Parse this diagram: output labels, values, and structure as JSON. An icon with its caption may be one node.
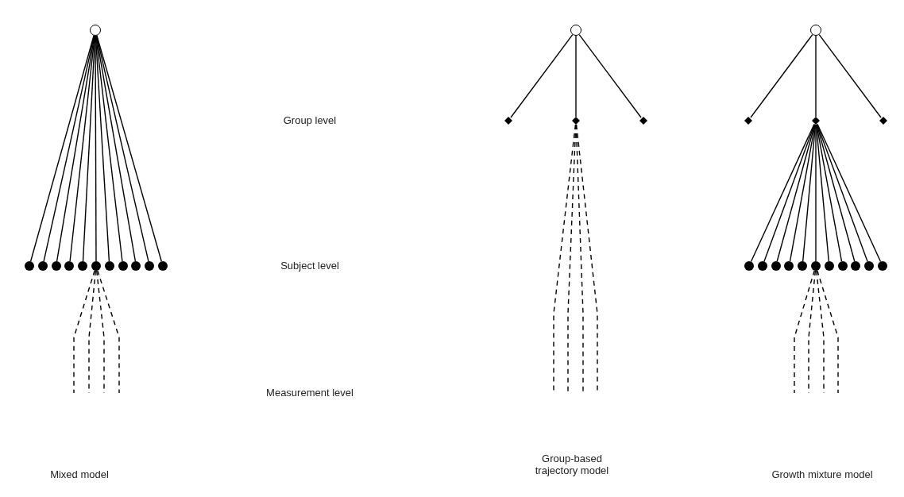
{
  "diagram": {
    "nodes": [
      {
        "text": [],
        "shape": "circle"
      },
      {
        "text": [],
        "shape": "dot"
      },
      {
        "text": [],
        "shape": "dot"
      },
      {
        "text": [],
        "shape": "dot"
      },
      {
        "text": [],
        "shape": "dot"
      },
      {
        "text": [],
        "shape": "dot"
      },
      {
        "text": [],
        "shape": "dot"
      },
      {
        "text": [],
        "shape": "dot"
      },
      {
        "text": [],
        "shape": "dot"
      },
      {
        "text": [],
        "shape": "dot"
      },
      {
        "text": [],
        "shape": "dot"
      },
      {
        "text": [],
        "shape": "dot"
      },
      {
        "text": [],
        "shape": "circle"
      },
      {
        "text": [],
        "shape": "diamond"
      },
      {
        "text": [],
        "shape": "diamond"
      },
      {
        "text": [],
        "shape": "diamond"
      },
      {
        "text": [],
        "shape": "circle"
      },
      {
        "text": [],
        "shape": "diamond"
      },
      {
        "text": [],
        "shape": "diamond"
      },
      {
        "text": [],
        "shape": "diamond"
      },
      {
        "text": [],
        "shape": "dot"
      },
      {
        "text": [],
        "shape": "dot"
      },
      {
        "text": [],
        "shape": "dot"
      },
      {
        "text": [],
        "shape": "dot"
      },
      {
        "text": [],
        "shape": "dot"
      },
      {
        "text": [],
        "shape": "dot"
      },
      {
        "text": [],
        "shape": "dot"
      },
      {
        "text": [],
        "shape": "dot"
      },
      {
        "text": [],
        "shape": "dot"
      },
      {
        "text": [],
        "shape": "dot"
      },
      {
        "text": [],
        "shape": "dot"
      }
    ],
    "edges": [
      {
        "from": 0,
        "to": 1,
        "arrow": "none"
      },
      {
        "from": 0,
        "to": 2,
        "arrow": "none"
      },
      {
        "from": 0,
        "to": 3,
        "arrow": "none"
      },
      {
        "from": 0,
        "to": 4,
        "arrow": "none"
      },
      {
        "from": 0,
        "to": 5,
        "arrow": "none"
      },
      {
        "from": 0,
        "to": 6,
        "arrow": "none"
      },
      {
        "from": 0,
        "to": 7,
        "arrow": "none"
      },
      {
        "from": 0,
        "to": 8,
        "arrow": "none"
      },
      {
        "from": 0,
        "to": 9,
        "arrow": "none"
      },
      {
        "from": 0,
        "to": 10,
        "arrow": "none"
      },
      {
        "from": 0,
        "to": 11,
        "arrow": "none"
      },
      {
        "from": 6,
        "to": null,
        "arrow": "none",
        "style": "dashed"
      },
      {
        "from": 6,
        "to": null,
        "arrow": "none",
        "style": "dashed"
      },
      {
        "from": 6,
        "to": null,
        "arrow": "none",
        "style": "dashed"
      },
      {
        "from": 6,
        "to": null,
        "arrow": "none",
        "style": "dashed"
      },
      {
        "from": 12,
        "to": 13,
        "arrow": "none"
      },
      {
        "from": 12,
        "to": 14,
        "arrow": "none"
      },
      {
        "from": 12,
        "to": 15,
        "arrow": "none"
      },
      {
        "from": 14,
        "to": null,
        "arrow": "none",
        "style": "dashed"
      },
      {
        "from": 14,
        "to": null,
        "arrow": "none",
        "style": "dashed"
      },
      {
        "from": 14,
        "to": null,
        "arrow": "none",
        "style": "dashed"
      },
      {
        "from": 14,
        "to": null,
        "arrow": "none",
        "style": "dashed"
      },
      {
        "from": 16,
        "to": 17,
        "arrow": "none"
      },
      {
        "from": 16,
        "to": 18,
        "arrow": "none"
      },
      {
        "from": 16,
        "to": 19,
        "arrow": "none"
      },
      {
        "from": 18,
        "to": 20,
        "arrow": "none"
      },
      {
        "from": 18,
        "to": 21,
        "arrow": "none"
      },
      {
        "from": 18,
        "to": 22,
        "arrow": "none"
      },
      {
        "from": 18,
        "to": 23,
        "arrow": "none"
      },
      {
        "from": 18,
        "to": 24,
        "arrow": "none"
      },
      {
        "from": 18,
        "to": 25,
        "arrow": "none"
      },
      {
        "from": 18,
        "to": 26,
        "arrow": "none"
      },
      {
        "from": 18,
        "to": 27,
        "arrow": "none"
      },
      {
        "from": 18,
        "to": 28,
        "arrow": "none"
      },
      {
        "from": 18,
        "to": 29,
        "arrow": "none"
      },
      {
        "from": 18,
        "to": 30,
        "arrow": "none"
      },
      {
        "from": 25,
        "to": null,
        "arrow": "none",
        "style": "dashed"
      },
      {
        "from": 25,
        "to": null,
        "arrow": "none",
        "style": "dashed"
      },
      {
        "from": 25,
        "to": null,
        "arrow": "none",
        "style": "dashed"
      },
      {
        "from": 25,
        "to": null,
        "arrow": "none",
        "style": "dashed"
      }
    ],
    "labels": [
      "Group level",
      "Subject level",
      "Measurement level",
      "Mixed model",
      "Group-based trajectory model",
      "Growth mixture model"
    ]
  }
}
